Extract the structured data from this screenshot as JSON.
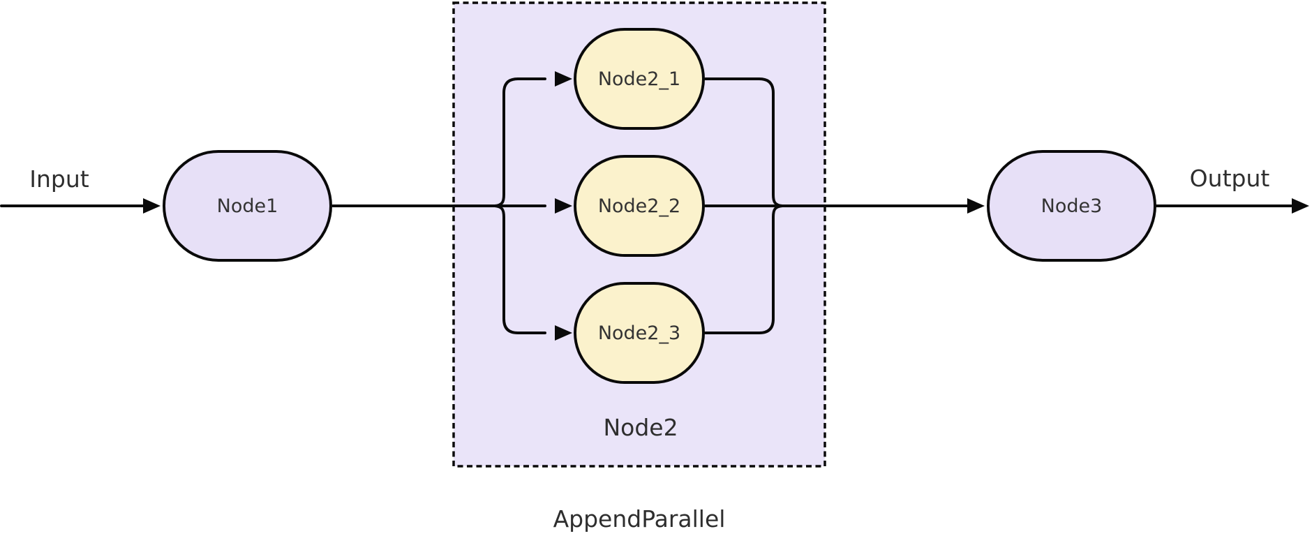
{
  "diagram": {
    "labels": {
      "input": "Input",
      "output": "Output"
    },
    "nodes": {
      "node1": "Node1",
      "node2_1": "Node2_1",
      "node2_2": "Node2_2",
      "node2_3": "Node2_3",
      "node3": "Node3"
    },
    "group": {
      "label": "Node2",
      "caption": "AppendParallel"
    }
  },
  "colors": {
    "canvas_bg": "#ffffff",
    "group_fill": "#eae4f9",
    "node_fill": "#e7e0f7",
    "branch_fill": "#fbf2cc",
    "stroke": "#0a0a0a",
    "node_text": "#333333",
    "label_text": "#2e2e2e"
  }
}
